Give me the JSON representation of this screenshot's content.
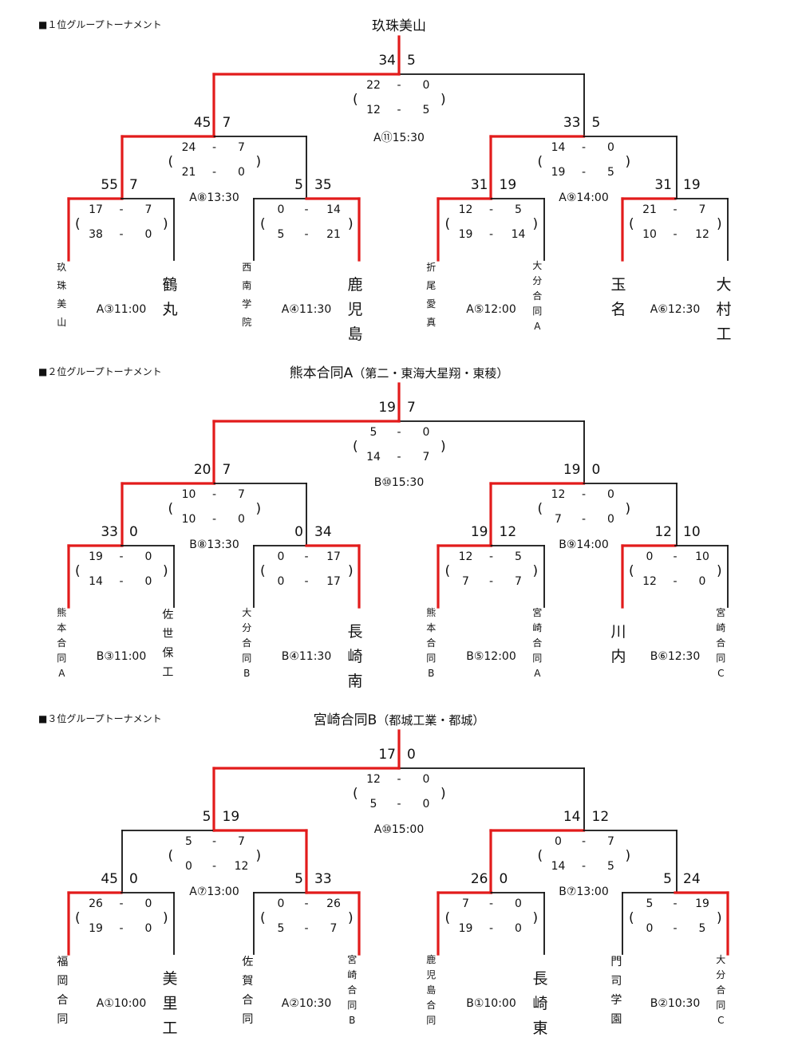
{
  "colors": {
    "winner_line": "#e21b1b",
    "loser_line": "#111111"
  },
  "icons": {
    "section_marker": "black-square-icon"
  },
  "sections": [
    {
      "label": "■１位グループトーナメント",
      "champion": {
        "name": "玖珠美山",
        "sub": ""
      },
      "final": {
        "left": "34",
        "right": "5",
        "h1": [
          "22",
          "0"
        ],
        "h2": [
          "12",
          "5"
        ],
        "time": "A⑪15:30",
        "winner": "left"
      },
      "semis": [
        {
          "left": "45",
          "right": "7",
          "h1": [
            "24",
            "7"
          ],
          "h2": [
            "21",
            "0"
          ],
          "time": "A⑧13:30",
          "winner": "left"
        },
        {
          "left": "33",
          "right": "5",
          "h1": [
            "14",
            "0"
          ],
          "h2": [
            "19",
            "5"
          ],
          "time": "A⑨14:00",
          "winner": "left"
        }
      ],
      "quarters": [
        {
          "left": "55",
          "right": "7",
          "h1": [
            "17",
            "7"
          ],
          "h2": [
            "38",
            "0"
          ],
          "time": "A③11:00",
          "winner": "left",
          "teams": [
            {
              "name": "玖珠美山",
              "size": "small"
            },
            {
              "name": "鶴丸",
              "size": "large"
            }
          ]
        },
        {
          "left": "5",
          "right": "35",
          "h1": [
            "0",
            "14"
          ],
          "h2": [
            "5",
            "21"
          ],
          "time": "A④11:30",
          "winner": "right",
          "teams": [
            {
              "name": "西南学院",
              "size": "small"
            },
            {
              "name": "鹿児島",
              "size": "large"
            }
          ]
        },
        {
          "left": "31",
          "right": "19",
          "h1": [
            "12",
            "5"
          ],
          "h2": [
            "19",
            "14"
          ],
          "time": "A⑤12:00",
          "winner": "left",
          "teams": [
            {
              "name": "折尾愛真",
              "size": "small"
            },
            {
              "name": "大分合同A",
              "size": "small"
            }
          ]
        },
        {
          "left": "31",
          "right": "19",
          "h1": [
            "21",
            "7"
          ],
          "h2": [
            "10",
            "12"
          ],
          "time": "A⑥12:30",
          "winner": "left",
          "teams": [
            {
              "name": "玉名",
              "size": "large"
            },
            {
              "name": "大村工",
              "size": "large"
            }
          ]
        }
      ]
    },
    {
      "label": "■２位グループトーナメント",
      "champion": {
        "name": "熊本合同A",
        "sub": "（第二・東海大星翔・東稜）"
      },
      "final": {
        "left": "19",
        "right": "7",
        "h1": [
          "5",
          "0"
        ],
        "h2": [
          "14",
          "7"
        ],
        "time": "B⑩15:30",
        "winner": "left"
      },
      "semis": [
        {
          "left": "20",
          "right": "7",
          "h1": [
            "10",
            "7"
          ],
          "h2": [
            "10",
            "0"
          ],
          "time": "B⑧13:30",
          "winner": "left"
        },
        {
          "left": "19",
          "right": "0",
          "h1": [
            "12",
            "0"
          ],
          "h2": [
            "7",
            "0"
          ],
          "time": "B⑨14:00",
          "winner": "left"
        }
      ],
      "quarters": [
        {
          "left": "33",
          "right": "0",
          "h1": [
            "19",
            "0"
          ],
          "h2": [
            "14",
            "0"
          ],
          "time": "B③11:00",
          "winner": "left",
          "teams": [
            {
              "name": "熊本合同A",
              "size": "small"
            },
            {
              "name": "佐世保工",
              "size": "mid"
            }
          ]
        },
        {
          "left": "0",
          "right": "34",
          "h1": [
            "0",
            "17"
          ],
          "h2": [
            "0",
            "17"
          ],
          "time": "B④11:30",
          "winner": "right",
          "teams": [
            {
              "name": "大分合同B",
              "size": "small"
            },
            {
              "name": "長崎南",
              "size": "large"
            }
          ]
        },
        {
          "left": "19",
          "right": "12",
          "h1": [
            "12",
            "5"
          ],
          "h2": [
            "7",
            "7"
          ],
          "time": "B⑤12:00",
          "winner": "left",
          "teams": [
            {
              "name": "熊本合同B",
              "size": "small"
            },
            {
              "name": "宮崎合同A",
              "size": "small"
            }
          ]
        },
        {
          "left": "12",
          "right": "10",
          "h1": [
            "0",
            "10"
          ],
          "h2": [
            "12",
            "0"
          ],
          "time": "B⑥12:30",
          "winner": "left",
          "teams": [
            {
              "name": "川内",
              "size": "large"
            },
            {
              "name": "宮崎合同C",
              "size": "small"
            }
          ]
        }
      ]
    },
    {
      "label": "■３位グループトーナメント",
      "champion": {
        "name": "宮崎合同B",
        "sub": "（都城工業・都城）"
      },
      "final": {
        "left": "17",
        "right": "0",
        "h1": [
          "12",
          "0"
        ],
        "h2": [
          "5",
          "0"
        ],
        "time": "A⑩15:00",
        "winner": "left"
      },
      "semis": [
        {
          "left": "5",
          "right": "19",
          "h1": [
            "5",
            "7"
          ],
          "h2": [
            "0",
            "12"
          ],
          "time": "A⑦13:00",
          "winner": "right"
        },
        {
          "left": "14",
          "right": "12",
          "h1": [
            "0",
            "7"
          ],
          "h2": [
            "14",
            "5"
          ],
          "time": "B⑦13:00",
          "winner": "left"
        }
      ],
      "quarters": [
        {
          "left": "45",
          "right": "0",
          "h1": [
            "26",
            "0"
          ],
          "h2": [
            "19",
            "0"
          ],
          "time": "A①10:00",
          "winner": "left",
          "teams": [
            {
              "name": "福岡合同",
              "size": "mid"
            },
            {
              "name": "美里工",
              "size": "large"
            }
          ]
        },
        {
          "left": "5",
          "right": "33",
          "h1": [
            "0",
            "26"
          ],
          "h2": [
            "5",
            "7"
          ],
          "time": "A②10:30",
          "winner": "right",
          "teams": [
            {
              "name": "佐賀合同",
              "size": "mid"
            },
            {
              "name": "宮崎合同B",
              "size": "small"
            }
          ]
        },
        {
          "left": "26",
          "right": "0",
          "h1": [
            "7",
            "0"
          ],
          "h2": [
            "19",
            "0"
          ],
          "time": "B①10:00",
          "winner": "left",
          "teams": [
            {
              "name": "鹿児島合同",
              "size": "small"
            },
            {
              "name": "長崎東",
              "size": "large"
            }
          ]
        },
        {
          "left": "5",
          "right": "24",
          "h1": [
            "5",
            "19"
          ],
          "h2": [
            "0",
            "5"
          ],
          "time": "B②10:30",
          "winner": "right",
          "teams": [
            {
              "name": "門司学園",
              "size": "mid"
            },
            {
              "name": "大分合同C",
              "size": "small"
            }
          ]
        }
      ]
    }
  ]
}
